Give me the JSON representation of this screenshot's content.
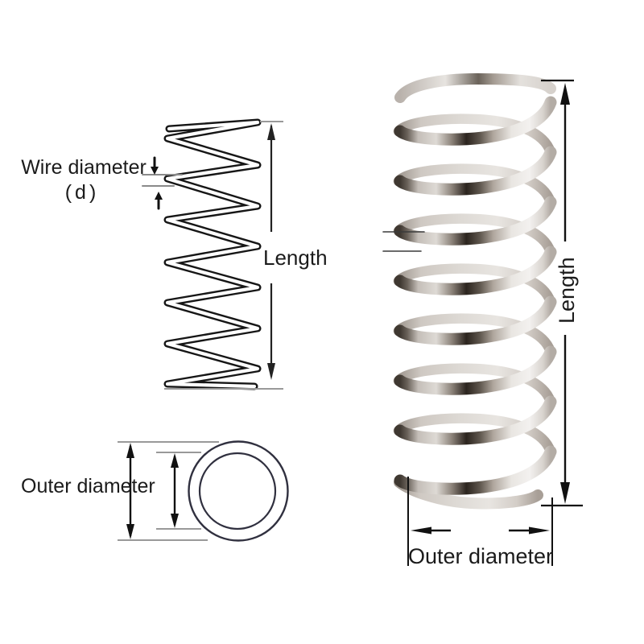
{
  "left_diagram": {
    "wire_diameter_label": "Wire diameter",
    "wire_diameter_symbol": "(d)",
    "length_label": "Length",
    "outer_diameter_label": "Outer diameter"
  },
  "right_photo": {
    "length_label": "Length",
    "outer_diameter_label": "Outer diameter"
  },
  "colors": {
    "background": "#ffffff",
    "text": "#1b1b1b",
    "schematic_line": "#161616",
    "extension_line_gray": "#999999",
    "dimension_line_black": "#111111",
    "cross_section_circle": "#30303f",
    "metal_highlight": "#f2f1ef",
    "metal_shadow": "#2b241e"
  }
}
